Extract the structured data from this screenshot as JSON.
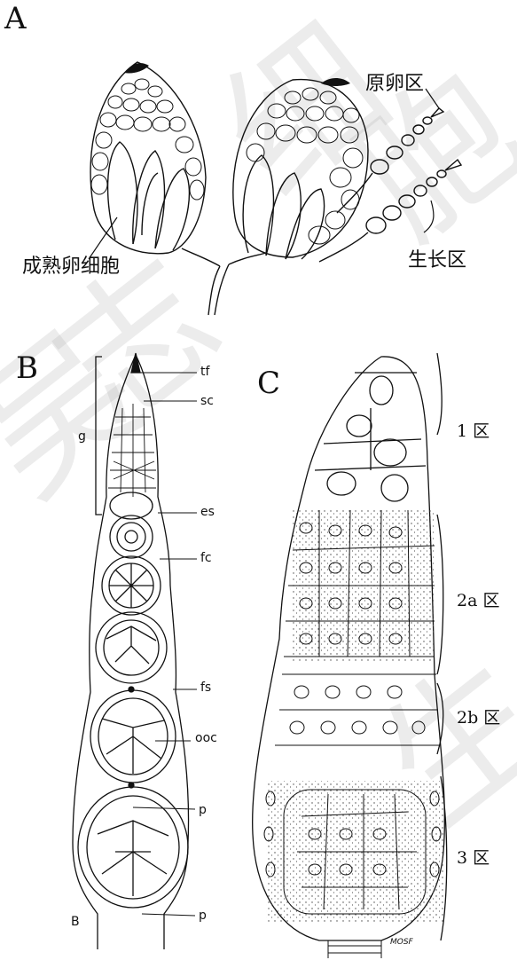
{
  "panels": {
    "a": {
      "letter": "A",
      "labels": {
        "germarium": "原卵区",
        "growth_zone": "生长区",
        "mature_oocyte": "成熟卵细胞"
      }
    },
    "b": {
      "letter": "B",
      "labels": {
        "tf": "tf",
        "sc": "sc",
        "g": "g",
        "es": "es",
        "fc": "fc",
        "fs": "fs",
        "ooc": "ooc",
        "p1": "p",
        "p2": "p",
        "corner": "B"
      }
    },
    "c": {
      "letter": "C",
      "zones": {
        "z1": "1 区",
        "z2a": "2a 区",
        "z2b": "2b 区",
        "z3": "3 区"
      },
      "signature": "MOSF"
    }
  },
  "watermark": {
    "chars": [
      "吴",
      "志",
      "细",
      "胞",
      "生"
    ],
    "color": "#aaaaaa"
  }
}
